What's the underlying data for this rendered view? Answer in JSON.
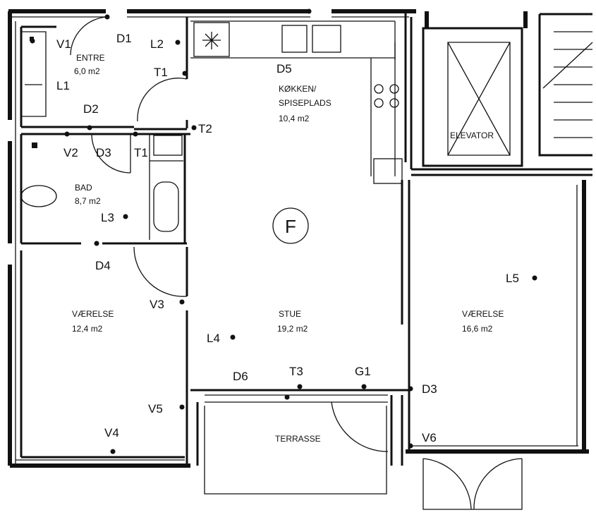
{
  "rooms": {
    "entre": {
      "name": "ENTRE",
      "area": "6,0 m2"
    },
    "kitchen": {
      "name1": "KØKKEN/",
      "name2": "SPISEPLADS",
      "area": "10,4 m2"
    },
    "bath": {
      "name": "BAD",
      "area": "8,7 m2"
    },
    "room_left": {
      "name": "VÆRELSE",
      "area": "12,4 m2"
    },
    "living": {
      "name": "STUE",
      "area": "19,2 m2"
    },
    "room_right": {
      "name": "VÆRELSE",
      "area": "16,6 m2"
    },
    "terrace": {
      "name": "TERRASSE"
    },
    "elevator": {
      "name": "ELEVATOR"
    }
  },
  "flat_marker": "F",
  "tags": {
    "v1": "V1",
    "d1": "D1",
    "l2": "L2",
    "l1": "L1",
    "t1_top": "T1",
    "d5": "D5",
    "d2": "D2",
    "t2": "T2",
    "v2": "V2",
    "d3_bath": "D3",
    "t1_bath": "T1",
    "l3": "L3",
    "d4": "D4",
    "v3": "V3",
    "l4": "L4",
    "l5": "L5",
    "d6": "D6",
    "t3": "T3",
    "g1": "G1",
    "d3_right": "D3",
    "v5": "V5",
    "v4": "V4",
    "v6": "V6"
  }
}
